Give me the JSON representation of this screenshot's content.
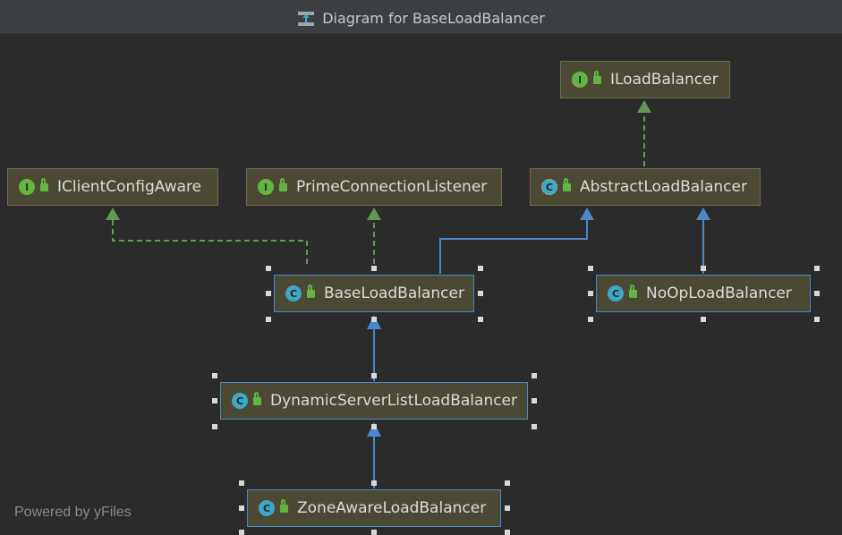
{
  "window": {
    "title": "Diagram for BaseLoadBalancer",
    "title_icon": "class-diagram-icon"
  },
  "nodes": {
    "iloadbalancer": {
      "name": "ILoadBalancer",
      "kind": "interface"
    },
    "iclientconfigaware": {
      "name": "IClientConfigAware",
      "kind": "interface"
    },
    "primeconnectionlistener": {
      "name": "PrimeConnectionListener",
      "kind": "interface"
    },
    "abstractloadbalancer": {
      "name": "AbstractLoadBalancer",
      "kind": "abstract-class"
    },
    "baseloadbalancer": {
      "name": "BaseLoadBalancer",
      "kind": "class"
    },
    "noOploadbalancer": {
      "name": "NoOpLoadBalancer",
      "kind": "class"
    },
    "dynamicserverlistloadbalancer": {
      "name": "DynamicServerListLoadBalancer",
      "kind": "class"
    },
    "zoneawareloadbalancer": {
      "name": "ZoneAwareLoadBalancer",
      "kind": "class"
    }
  },
  "badges": {
    "interface": "I",
    "class": "C"
  },
  "footer": {
    "text": "Powered by yFiles"
  },
  "colors": {
    "background": "#2b2b2b",
    "node_fill": "#4b4834",
    "implements_edge": "#629755",
    "extends_edge": "#4a88c7",
    "interface_badge": "#62b543",
    "class_badge": "#40a6c2"
  }
}
